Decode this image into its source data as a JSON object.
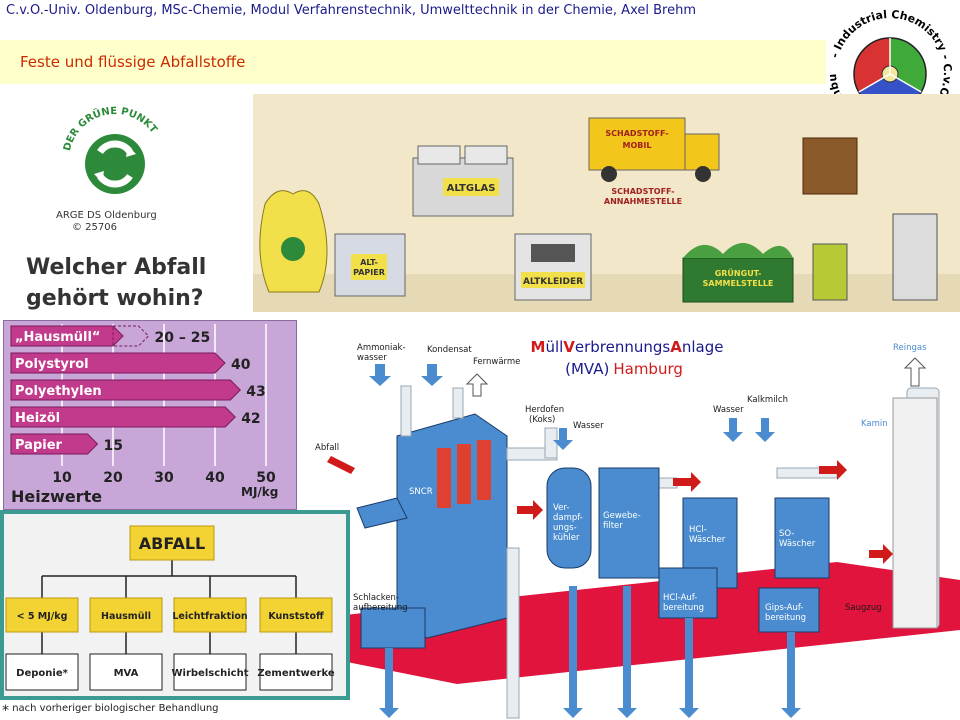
{
  "header": {
    "course_line": "C.v.O.-Univ. Oldenburg, MSc-Chemie, Modul Verfahrenstechnik, Umwelttechnik in der Chemie, Axel Brehm",
    "subtitle": "Feste und flüssige Abfallstoffe"
  },
  "logo": {
    "ring_text": "- Industrial Chemistry - C.v.O.-University of Oldenburg"
  },
  "gruener_punkt": {
    "ring_text": "DER GRÜNE PUNKT",
    "org": "ARGE DS Oldenburg",
    "number": "© 25706"
  },
  "question": {
    "line1": "Welcher Abfall",
    "line2": "gehört wohin?"
  },
  "bins": {
    "altglas": "ALTGLAS",
    "altpapier_1": "ALT-",
    "altpapier_2": "PAPIER",
    "altkleider": "ALTKLEIDER",
    "schadstoffmobil_1": "SCHADSTOFF-",
    "schadstoffmobil_2": "MOBIL",
    "annahme_1": "SCHADSTOFF-",
    "annahme_2": "ANNAHMESTELLE",
    "gruengut_1": "GRÜNGUT-",
    "gruengut_2": "SAMMELSTELLE"
  },
  "heizwerte": {
    "title": "Heizwerte",
    "unit": "MJ/kg",
    "ticks": [
      "10",
      "20",
      "30",
      "40",
      "50"
    ],
    "rows": [
      {
        "label": "„Hausmüll“",
        "value_text": "20 – 25"
      },
      {
        "label": "Polystyrol",
        "value_text": "40"
      },
      {
        "label": "Polyethylen",
        "value_text": "43"
      },
      {
        "label": "Heizöl",
        "value_text": "42"
      },
      {
        "label": "Papier",
        "value_text": "15"
      }
    ]
  },
  "mva": {
    "title_parts": [
      "M",
      "üll",
      "V",
      "erbrennungs",
      "A",
      "nlage"
    ],
    "subtitle_open": "(",
    "subtitle_abbr": "MVA",
    "subtitle_close": ")",
    "subtitle_city": "Hamburg",
    "labels": {
      "ammoniak_1": "Ammoniak-",
      "ammoniak_2": "wasser",
      "kondensat": "Kondensat",
      "fernwaerme": "Fernwärme",
      "abfall": "Abfall",
      "herdofen_1": "Herdofen",
      "herdofen_2": "(Koks)",
      "wasser_1": "Wasser",
      "wasser_2": "Wasser",
      "kalkmilch": "Kalkmilch",
      "reingas": "Reingas",
      "kamin": "Kamin",
      "sncr": "SNCR",
      "verdampf_1": "Ver-",
      "verdampf_2": "dampf-",
      "verdampf_3": "ungs-",
      "verdampf_4": "kühler",
      "gewebe_1": "Gewebe-",
      "gewebe_2": "filter",
      "hcl_w_1": "HCl-",
      "hcl_w_2": "Wäscher",
      "so2_1": "SO",
      "so2_2": "-",
      "so2_3": "Wäscher",
      "schlacken_1": "Schlacken-",
      "schlacken_2": "aufbereitung",
      "hcl_auf_1": "HCl-Auf-",
      "hcl_auf_2": "bereitung",
      "gips_1": "Gips-Auf-",
      "gips_2": "bereitung",
      "saugzug": "Saugzug"
    }
  },
  "abfall_tree": {
    "root": "ABFALL",
    "branches": [
      {
        "category": "< 5 MJ/kg",
        "destination": "Deponie*"
      },
      {
        "category": "Hausmüll",
        "destination": "MVA"
      },
      {
        "category": "Leichtfraktion",
        "destination": "Wirbelschicht"
      },
      {
        "category": "Kunststoff",
        "destination": "Zementwerke"
      }
    ]
  },
  "footnote": {
    "star": "*",
    "text": "nach vorheriger biologischer Behandlung"
  },
  "colors": {
    "header_text": "#1a1a8c",
    "subtitle_text": "#cc2a00",
    "subtitle_bg": "#ffffcc",
    "heizwerte_bg": "#c8a7d8",
    "bar_fill": "#c23a8c",
    "mva_blue": "#4a8ccf",
    "mva_red_floor": "#e0143c",
    "tree_border": "#3b9b92",
    "tree_yellow": "#f3d334",
    "title_red": "#d11a1a"
  }
}
